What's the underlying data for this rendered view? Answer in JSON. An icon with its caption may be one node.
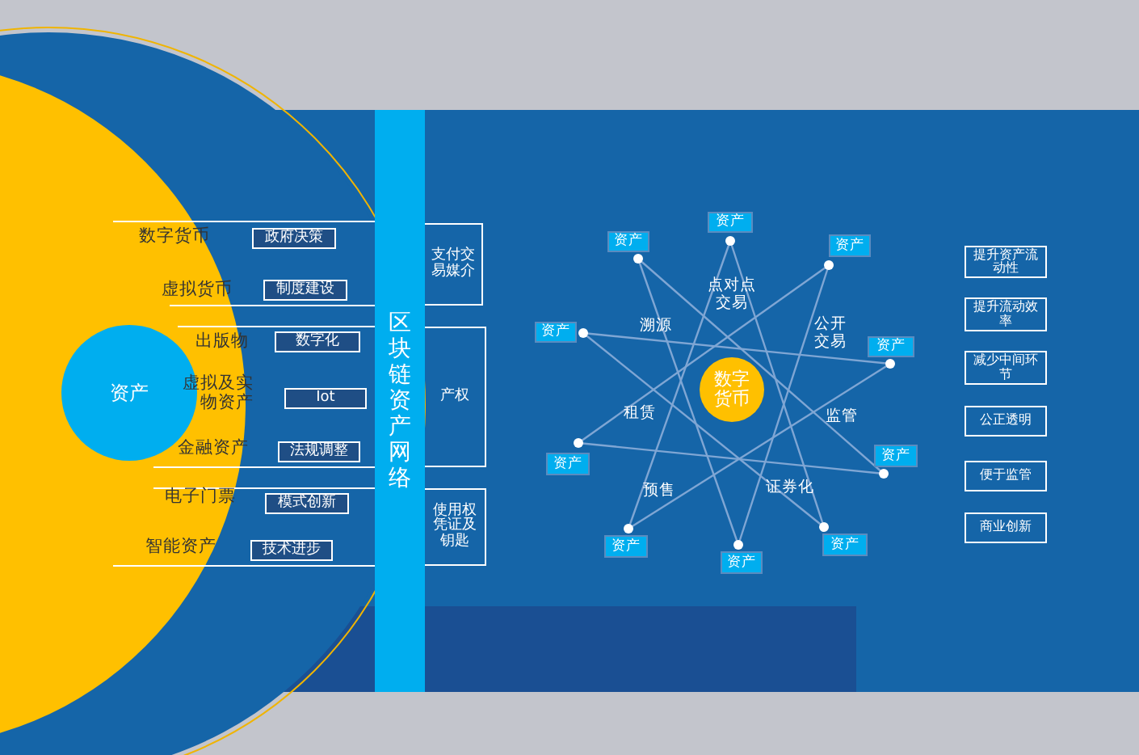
{
  "diagram": {
    "nodes": [
      {
        "text": [
          "资产"
        ]
      },
      {
        "text": [
          "政府决策"
        ]
      },
      {
        "text": [
          "制度建设"
        ]
      },
      {
        "text": [
          "数字化"
        ]
      },
      {
        "text": [
          "Iot"
        ]
      },
      {
        "text": [
          "法规调整"
        ]
      },
      {
        "text": [
          "模式创新"
        ]
      },
      {
        "text": [
          "技术进步"
        ]
      },
      {
        "text": [
          "区块链资产网络"
        ]
      },
      {
        "text": [
          "支付交易媒介"
        ]
      },
      {
        "text": [
          "产权"
        ]
      },
      {
        "text": [
          "使用权凭证及钥匙"
        ]
      },
      {
        "text": [
          "数字货币"
        ]
      },
      {
        "text": [
          "资产"
        ]
      },
      {
        "text": [
          "资产"
        ]
      },
      {
        "text": [
          "资产"
        ]
      },
      {
        "text": [
          "资产"
        ]
      },
      {
        "text": [
          "资产"
        ]
      },
      {
        "text": [
          "资产"
        ]
      },
      {
        "text": [
          "资产"
        ]
      },
      {
        "text": [
          "资产"
        ]
      },
      {
        "text": [
          "资产"
        ]
      },
      {
        "text": [
          "资产"
        ]
      },
      {
        "text": [
          "提升资产流动性"
        ]
      },
      {
        "text": [
          "提升流动效率"
        ]
      },
      {
        "text": [
          "减少中间环节"
        ]
      },
      {
        "text": [
          "公正透明"
        ]
      },
      {
        "text": [
          "便于监管"
        ]
      },
      {
        "text": [
          "商业创新"
        ]
      }
    ],
    "edges": [
      {
        "from": 14,
        "to": 22,
        "arrow": "none"
      },
      {
        "from": 15,
        "to": 21,
        "arrow": "none"
      },
      {
        "from": 17,
        "to": 20,
        "arrow": "none"
      },
      {
        "from": 19,
        "to": 18,
        "arrow": "none"
      },
      {
        "from": 22,
        "to": 16,
        "arrow": "none"
      },
      {
        "from": 21,
        "to": 13,
        "arrow": "none"
      },
      {
        "from": 20,
        "to": 14,
        "arrow": "none"
      },
      {
        "from": 18,
        "to": 15,
        "arrow": "none"
      },
      {
        "from": 16,
        "to": 17,
        "arrow": "none"
      },
      {
        "from": 13,
        "to": 19,
        "arrow": "none"
      }
    ],
    "labels": [
      "数字货币",
      "虚拟货币",
      "出版物",
      "虚拟及实物资产",
      "金融资产",
      "电子门票",
      "智能资产",
      "点对点交易",
      "溯源",
      "公开交易",
      "租赁",
      "监管",
      "预售",
      "证券化"
    ]
  }
}
